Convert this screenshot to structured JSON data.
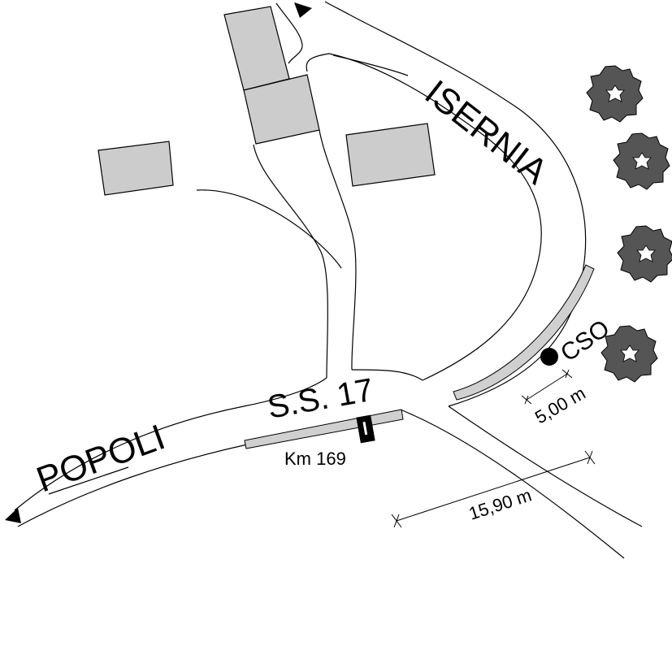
{
  "labels": {
    "road_name": "S.S. 17",
    "direction_west": "POPOLI",
    "direction_north": "ISERNIA",
    "kilometer_marker": "Km 169",
    "overflow_point": "CSO",
    "dimension_short": "5,00 m",
    "dimension_long": "15,90 m"
  },
  "colors": {
    "building_fill": "#cccccc",
    "sidewalk_fill": "#d0d0d0",
    "tree_fill": "#555555",
    "ink": "#000000"
  },
  "icons": {
    "arrow": "triangle-arrow-icon",
    "tree": "tree-icon",
    "point": "filled-circle-icon",
    "marker": "km-marker-icon"
  }
}
